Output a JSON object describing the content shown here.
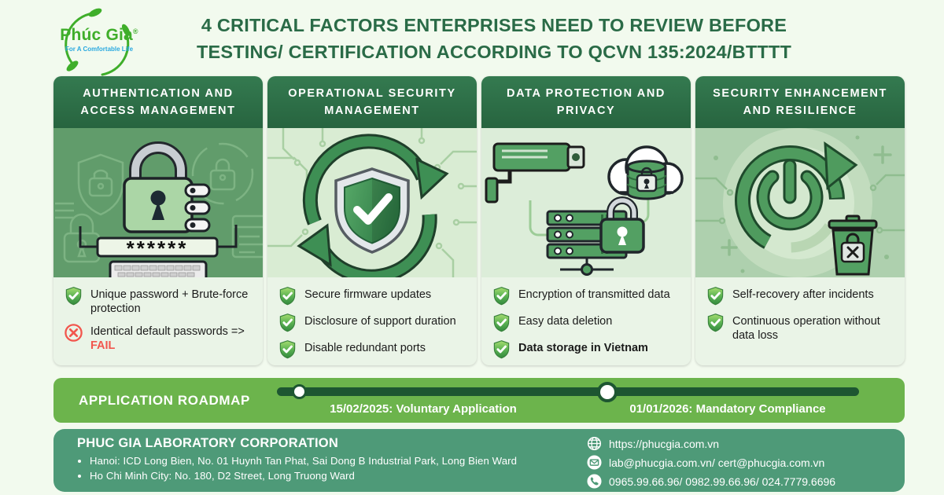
{
  "logo": {
    "brand": "Phúc Gia",
    "registered": "®",
    "tagline": "For A Comfortable Life"
  },
  "title": {
    "line1": "4 CRITICAL FACTORS ENTERPRISES NEED TO REVIEW BEFORE",
    "line2": "TESTING/ CERTIFICATION ACCORDING TO QCVN 135:2024/BTTTT"
  },
  "cards": [
    {
      "title": "AUTHENTICATION AND ACCESS MANAGEMENT",
      "illustration": "padlock-password-keyboard",
      "illustration_text": "******",
      "items": [
        {
          "icon": "shield-check",
          "text": "Unique password + Brute-force protection"
        },
        {
          "icon": "cross-circle",
          "text": "Identical default passwords =>",
          "highlight": "FAIL"
        }
      ]
    },
    {
      "title": "OPERATIONAL SECURITY MANAGEMENT",
      "illustration": "shield-update-cycle",
      "items": [
        {
          "icon": "shield-check",
          "text": "Secure firmware updates"
        },
        {
          "icon": "shield-check",
          "text": "Disclosure of support duration"
        },
        {
          "icon": "shield-check",
          "text": "Disable redundant ports"
        }
      ]
    },
    {
      "title": "DATA PROTECTION AND PRIVACY",
      "illustration": "camera-cloud-server-lock",
      "items": [
        {
          "icon": "shield-check",
          "text": "Encryption of transmitted data"
        },
        {
          "icon": "shield-check",
          "text": "Easy data deletion"
        },
        {
          "icon": "shield-check",
          "text": "Data storage in Vietnam",
          "bold": true
        }
      ]
    },
    {
      "title": "SECURITY ENHANCEMENT AND RESILIENCE",
      "illustration": "power-restart-trash",
      "items": [
        {
          "icon": "shield-check",
          "text": "Self-recovery after incidents"
        },
        {
          "icon": "shield-check",
          "text": "Continuous operation without data loss"
        }
      ]
    }
  ],
  "roadmap": {
    "label": "APPLICATION ROADMAP",
    "milestones": [
      {
        "text": "15/02/2025: Voluntary Application"
      },
      {
        "text": "01/01/2026: Mandatory Compliance"
      }
    ]
  },
  "footer": {
    "company": "PHUC GIA LABORATORY CORPORATION",
    "addresses": [
      "Hanoi: ICD Long Bien, No. 01 Huynh Tan Phat, Sai Dong B Industrial Park, Long Bien Ward",
      "Ho Chi Minh City: No. 180, D2 Street, Long Truong Ward"
    ],
    "contacts": [
      {
        "icon": "globe-icon",
        "text": "https://phucgia.com.vn"
      },
      {
        "icon": "email-icon",
        "text": "lab@phucgia.com.vn/ cert@phucgia.com.vn"
      },
      {
        "icon": "phone-icon",
        "text": "0965.99.66.96/ 0982.99.66.96/ 024.7779.6696"
      }
    ]
  },
  "colors": {
    "page_bg": "#f2faee",
    "title_green": "#2a6b47",
    "card_header_green": "#2d6e46",
    "roadmap_green": "#6cb44c",
    "timeline_dark_green": "#1d5631",
    "footer_green": "#4e9a78",
    "fail_red": "#f2564d",
    "logo_green": "#3fae2a",
    "tagline_blue": "#2aa9e0"
  }
}
